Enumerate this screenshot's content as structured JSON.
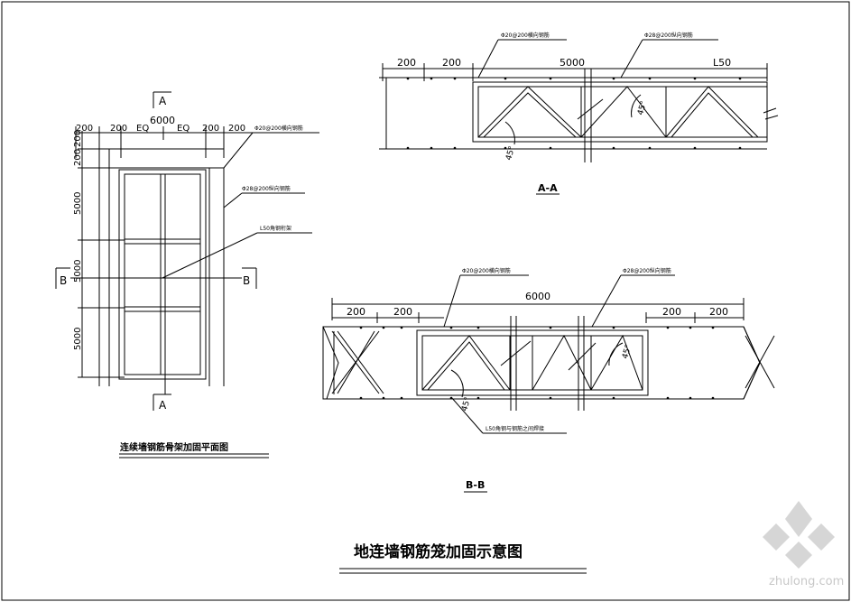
{
  "main_title": "地连墙钢筋笼加固示意图",
  "plan": {
    "caption": "连续墙钢筋骨架加固平面图",
    "top_total": "6000",
    "top_dims": [
      "200",
      "200",
      "EQ",
      "EQ",
      "200",
      "200"
    ],
    "left_dims": [
      "200",
      "200",
      "5000",
      "5000",
      "5000"
    ],
    "section_a": "A",
    "section_b": "B",
    "note_horizontal": "Φ20@200横向钢筋",
    "note_vertical": "Φ28@200纵向钢筋",
    "note_angle": "L50角钢桁架"
  },
  "section_aa": {
    "label": "A-A",
    "dims": [
      "200",
      "200",
      "5000"
    ],
    "angle_label": "L50",
    "note1": "Φ20@200横向钢筋",
    "note2": "Φ28@200纵向钢筋",
    "deg1": "45°",
    "deg2": "45°"
  },
  "section_bb": {
    "label": "B-B",
    "total": "6000",
    "dims_left": [
      "200",
      "200"
    ],
    "dims_right": [
      "200",
      "200"
    ],
    "note1": "Φ20@200横向钢筋",
    "note2": "Φ28@200纵向钢筋",
    "note3": "L50角钢与钢筋之间焊接",
    "deg1": "45°",
    "deg2": "45°"
  },
  "watermark": {
    "text": "zhulong.com"
  }
}
